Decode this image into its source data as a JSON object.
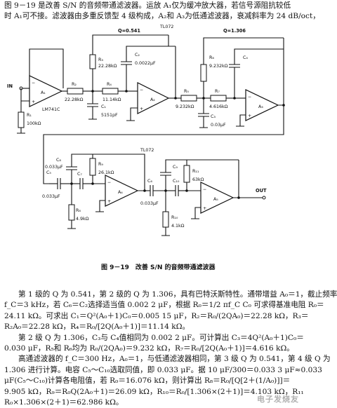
{
  "intro": {
    "lines": [
      "图 9－19 是改善 S/N 的音频带通滤波器。运放 A₁仅为缓冲放大器，若信号源阻抗较低",
      "时 A₁可不接。滤波器由多重反馈型 4 级构成，A₂和 A₃为低通滤波器，衰减斜率为 24 dB/oct，"
    ]
  },
  "figure": {
    "caption": "图 9－19　改善 S/N 的音频带通滤波器",
    "labels": {
      "in": "IN",
      "out": "OUT",
      "chip1": "TL072",
      "chip2": "TL072",
      "q1": "Q=0.541",
      "q2": "Q=1.306",
      "a1": "A₁",
      "a2": "A₂",
      "a3": "A₃",
      "a4": "A₄",
      "a5": "A₅",
      "lm741c": "LM741C",
      "r1": "R₁",
      "r1v": "100kΩ",
      "r2": "R₂",
      "r2v": "22.28kΩ",
      "r3": "R₃",
      "r3v": "22.28kΩ",
      "r4": "R₄",
      "r4v": "11.14kΩ",
      "r5": "R₅",
      "r5v": "9.232kΩ",
      "r6": "R₆",
      "r6v": "9.232kΩ",
      "r7": "R₇",
      "r7v": "4.616kΩ",
      "r8": "R₈",
      "r8v": "4.9kΩ",
      "r9": "R₉",
      "r9v": "26.1kΩ",
      "r10": "R₁₀",
      "r10v": "4.1kΩ",
      "r11": "R₁₁",
      "r11v": "63kΩ",
      "c1": "C₁",
      "c1v": "5151pF",
      "c2": "C₂",
      "c2v": "0.0022μF",
      "c3": "C₃",
      "c3v": "0.03μF",
      "c4": "C₄",
      "c5": "C₅",
      "c5v": "0.033μF",
      "c6": "C₆",
      "c6v": "0.033μF",
      "c7": "C₇",
      "c8": "C₈",
      "c8v": "0.033μF",
      "c9": "C₉",
      "c10": "C₁₀"
    }
  },
  "body": {
    "lines": [
      "第 1 级的 Q 为 0.541，第 2 级的 Q 为 1.306，具有巴特沃斯特性。通带增益 A₀＝1，截止频率",
      "f_C＝3 kHz，若 C₆＝C₂选择适当值 0.002 2 μF，根据 R₀＝1/2 πf_C C₀ 可求得基准电阻 R₀＝",
      "24.11 kΩ。可求出 C₁＝Q²(A₀＋1)C₀＝0.005 15 μF，R₂＝R₀/(2QA₀)＝22.28 kΩ，R₃＝",
      "R₂A₀＝22.28 kΩ，R₄＝R₀/[2Q(A₀＋1)]＝11.14 kΩ。",
      "第 2 级 Q 为 1.306，C₃与 C₄值相同为 0.002 2 μF。可计算出 C₃＝4Q²(A₀＋1)C₀＝",
      "0.030 μF，R₅和 R₆均为 R₀/(2QA₀)＝9.232 kΩ，R₇＝R₀/[2Q(A₀＋1)]＝4.616 kΩ。",
      "高通滤波器的 f_C＝300 Hz，A₀＝1，与低通滤波器相同，第 3 级 Q 为 0.541，第 4 级 Q 为",
      "1.306 进行计算。电容 C₅～C₁₀选取同值，即 0.033 μF。据 10 μF/300＝0.033 3 μF≈0.033",
      "μF(C₅～C₁₀)计算各电阻值，若 R₀＝16.076 kΩ，则计算出 R₈＝R₀/[Q[2＋(1/A₀)]]＝",
      "9.905 kΩ，R₉＝R₀Q(2A₀＋1)＝26.09 kΩ，R₁₀＝R₀/[1.306×(2＋1)]＝4.103 kΩ，R₁₁",
      "R₀×1.306×(2＋1)＝62.986 kΩ。"
    ]
  },
  "watermark": "电子发烧友"
}
